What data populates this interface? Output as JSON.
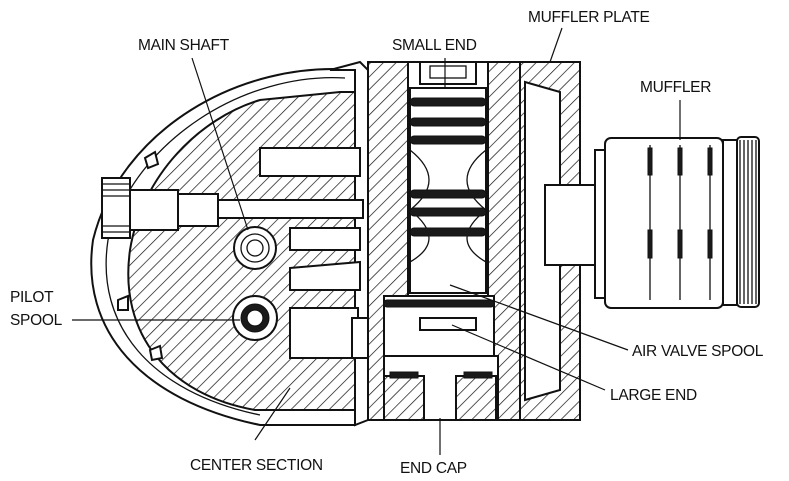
{
  "labels": {
    "main_shaft": "MAIN SHAFT",
    "small_end": "SMALL END",
    "muffler_plate": "MUFFLER PLATE",
    "muffler": "MUFFLER",
    "pilot": "PILOT",
    "spool": "SPOOL",
    "air_valve_spool": "AIR VALVE SPOOL",
    "large_end": "LARGE END",
    "center_section": "CENTER SECTION",
    "end_cap": "END CAP"
  }
}
